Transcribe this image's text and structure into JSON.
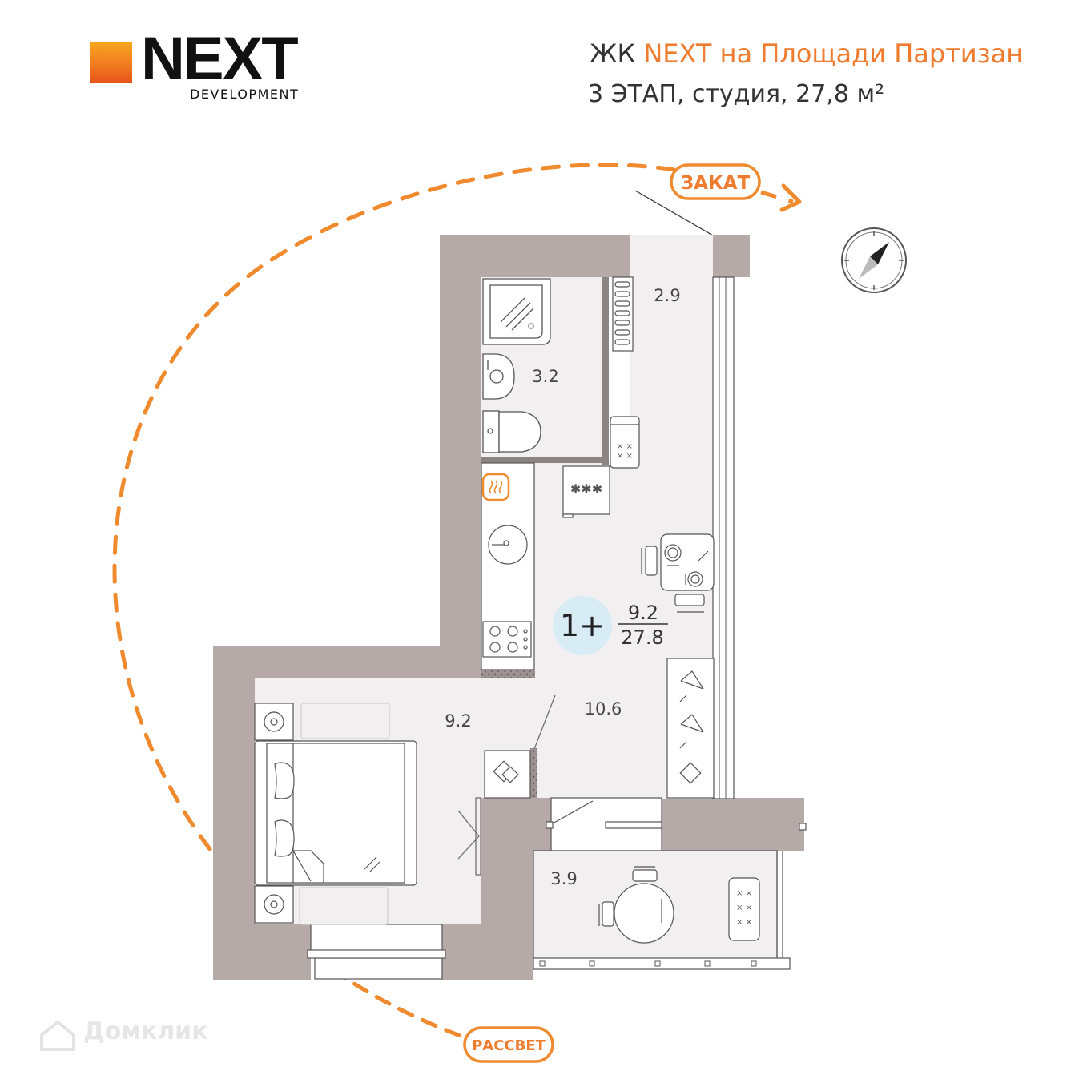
{
  "header": {
    "brand": "NEXT",
    "brand_sub": "DEVELOPMENT",
    "title_prefix": "ЖК ",
    "title_accent": "NEXT на Площади Партизан",
    "subtitle": "3 ЭТАП, студия, 27,8 м²"
  },
  "sun": {
    "sunset_label": "ЗАКАТ",
    "sunrise_label": "РАССВЕТ"
  },
  "rooms": {
    "hall_area": "2.9",
    "bath_area": "3.2",
    "bedroom_area": "9.2",
    "kitchen_area": "10.6",
    "balcony_area": "3.9"
  },
  "badge": {
    "type": "1+",
    "living_area": "9.2",
    "total_area": "27.8"
  },
  "watermark": "Домклик",
  "colors": {
    "accent": "#ef7b2e",
    "wall": "#b5aaa7",
    "floor": "#f1efef",
    "badge": "#d7ecf4"
  }
}
